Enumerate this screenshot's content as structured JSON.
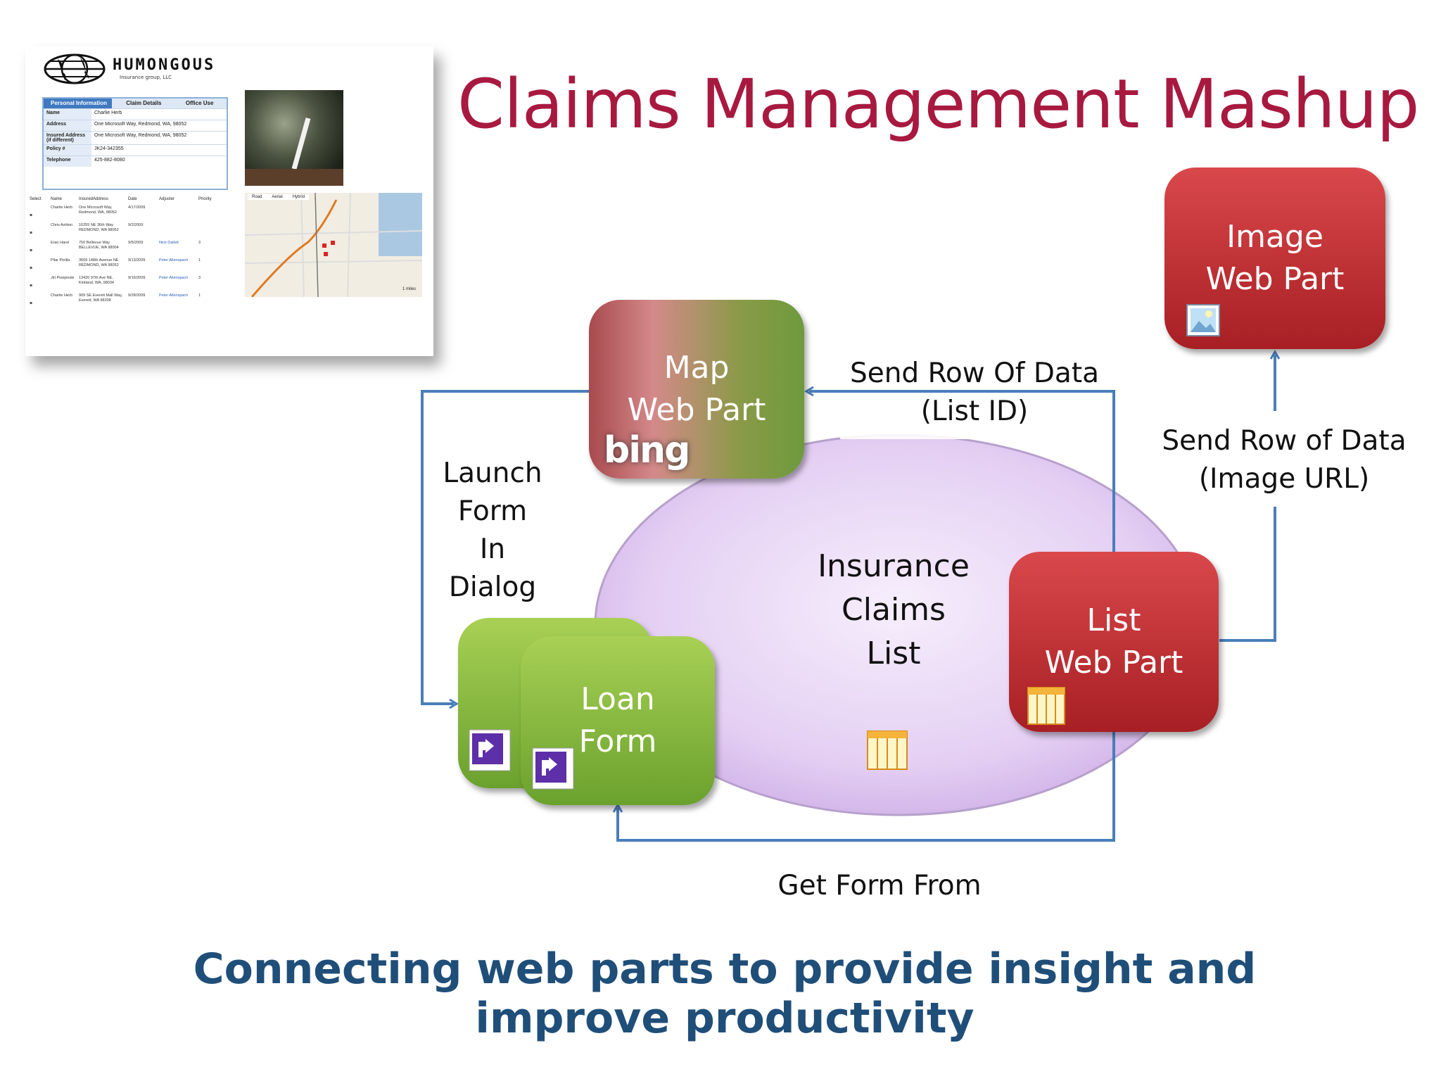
{
  "slide": {
    "title": "Claims Management Mashup",
    "subtitle_line1": "Connecting web parts to provide insight and",
    "subtitle_line2": "improve productivity"
  },
  "colors": {
    "title": "#a8193f",
    "subtitle": "#1f4e79",
    "arrow": "#4a7ebb",
    "red_box": "#c0393c",
    "green_box": "#8bc043",
    "ellipse": "#e6d4f2"
  },
  "nodes": {
    "image_web_part": {
      "line1": "Image",
      "line2": "Web Part",
      "icon": "picture-icon"
    },
    "map_web_part": {
      "line1": "Map",
      "line2": "Web Part",
      "logo": "bing"
    },
    "loan_form": {
      "line1": "Loan",
      "line2": "Form",
      "icon": "infopath-icon"
    },
    "list_web_part": {
      "line1": "List",
      "line2": "Web Part",
      "icon": "table-icon"
    },
    "insurance_claims_list": {
      "line1": "Insurance",
      "line2": "Claims",
      "line3": "List",
      "icon": "table-icon"
    }
  },
  "edges": {
    "send_list_id": {
      "line1": "Send Row Of Data",
      "line2": "(List ID)"
    },
    "send_image_url": {
      "line1": "Send Row of Data",
      "line2": "(Image URL)"
    },
    "launch_form": {
      "line1": "Launch",
      "line2": "Form",
      "line3": "In",
      "line4": "Dialog"
    },
    "get_form": {
      "label": "Get Form From"
    }
  },
  "thumbnail": {
    "company": "HUMONGOUS",
    "company_sub": "Insurance group, LLC",
    "tabs": [
      "Personal Information",
      "Claim Details",
      "Office Use"
    ],
    "fields": [
      {
        "label": "Name",
        "value": "Charlie Herb"
      },
      {
        "label": "Address",
        "value": "One Microsoft Way, Redmond, WA, 98052"
      },
      {
        "label": "Insured Address (if different)",
        "value": "One Microsoft Way, Redmond, WA, 98052"
      },
      {
        "label": "Policy #",
        "value": "JK24-342355"
      },
      {
        "label": "Telephone",
        "value": "425-882-8080"
      }
    ],
    "list_headers": [
      "Select",
      "Name",
      "InsuredAddress",
      "Date",
      "Adjuster",
      "Priority"
    ],
    "list_rows": [
      [
        "Charlie Herb",
        "One Microsoft Way, Redmond, WA, 98052",
        "4/17/2009",
        "",
        ""
      ],
      [
        "Chris Ashton",
        "16255 NE 36th Way REDMOND, WA 98052",
        "9/2/2009",
        "",
        ""
      ],
      [
        "Eran Harel",
        "750 Bellevue Way BELLEVUE, WA 98004",
        "9/5/2009",
        "Nick Dallett",
        "3"
      ],
      [
        "Pilar Pinilla",
        "3609 148th Avenue NE REDMOND, WA 98052",
        "9/13/2009",
        "Peter Allenspach",
        "1"
      ],
      [
        "Jiri Pizepinski",
        "13420 97th Ave NE, Kirkland, WA, 98034",
        "9/16/2009",
        "Peter Allenspach",
        "3"
      ],
      [
        "Charlie Herb",
        "909 SE Everett Mall Way, Everett, WA 98208",
        "9/28/2009",
        "Peter Allenspach",
        "1"
      ]
    ],
    "map_tabs": [
      "Road",
      "Aerial",
      "Hybrid"
    ],
    "map_scale": "1 miles"
  }
}
